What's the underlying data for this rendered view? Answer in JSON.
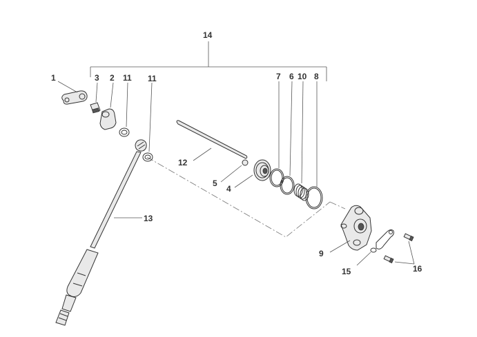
{
  "labels": {
    "p1": "1",
    "p2": "2",
    "p3": "3",
    "p4": "4",
    "p5": "5",
    "p6": "6",
    "p7": "7",
    "p8": "8",
    "p9": "9",
    "p10": "10",
    "p11a": "11",
    "p11b": "11",
    "p12": "12",
    "p13": "13",
    "p14": "14",
    "p15": "15",
    "p16": "16"
  }
}
